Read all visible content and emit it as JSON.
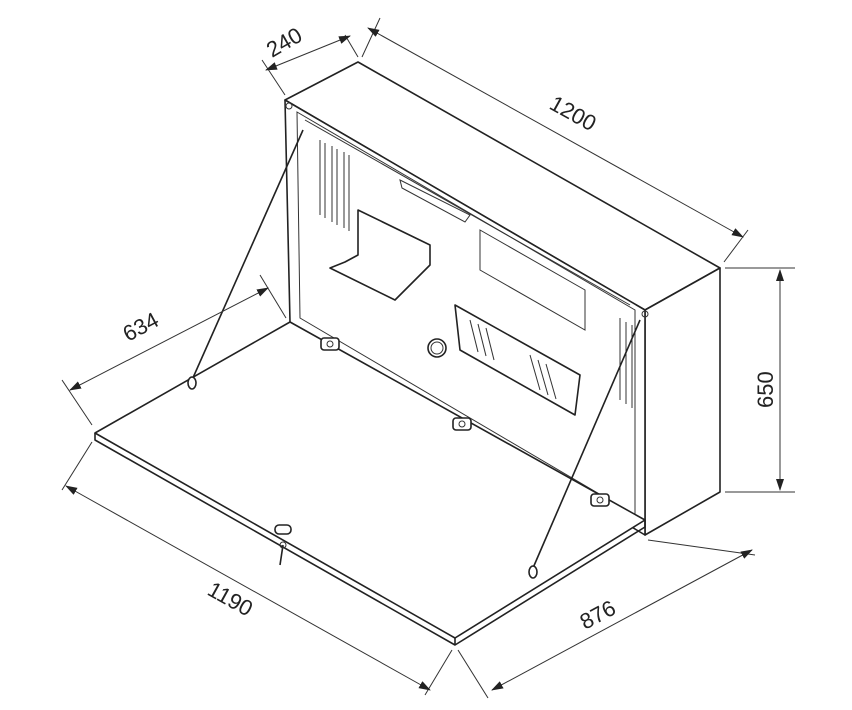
{
  "drawing": {
    "dimensions": {
      "depth": "240",
      "width_top": "1200",
      "lid_depth": "634",
      "height": "650",
      "lid_width": "1190",
      "open_depth": "876"
    }
  }
}
